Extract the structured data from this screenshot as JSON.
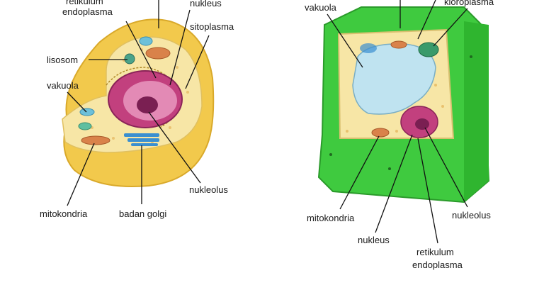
{
  "animal_cell": {
    "labels": {
      "retikulum_top": "retikulum",
      "endoplasma": "endoplasma",
      "nukleus": "nukleus",
      "sitoplasma": "sitoplasma",
      "lisosom": "lisosom",
      "vakuola": "vakuola",
      "nukleolus": "nukleolus",
      "mitokondria": "mitokondria",
      "badan_golgi": "badan golgi"
    }
  },
  "plant_cell": {
    "labels": {
      "vakuola": "vakuola",
      "kloroplasma": "kloroplasma",
      "mitokondria": "mitokondria",
      "nukleolus": "nukleolus",
      "nukleus": "nukleus",
      "retikulum": "retikulum",
      "endoplasma": "endoplasma"
    }
  },
  "colors": {
    "animal_membrane": "#f2c94c",
    "animal_cytoplasm": "#f7e6a6",
    "nucleus": "#c2407e",
    "plant_wall": "#3fca3f",
    "plant_vacuole": "#bfe3f0",
    "mitochondria": "#d9824a",
    "golgi": "#3a8fd0"
  }
}
